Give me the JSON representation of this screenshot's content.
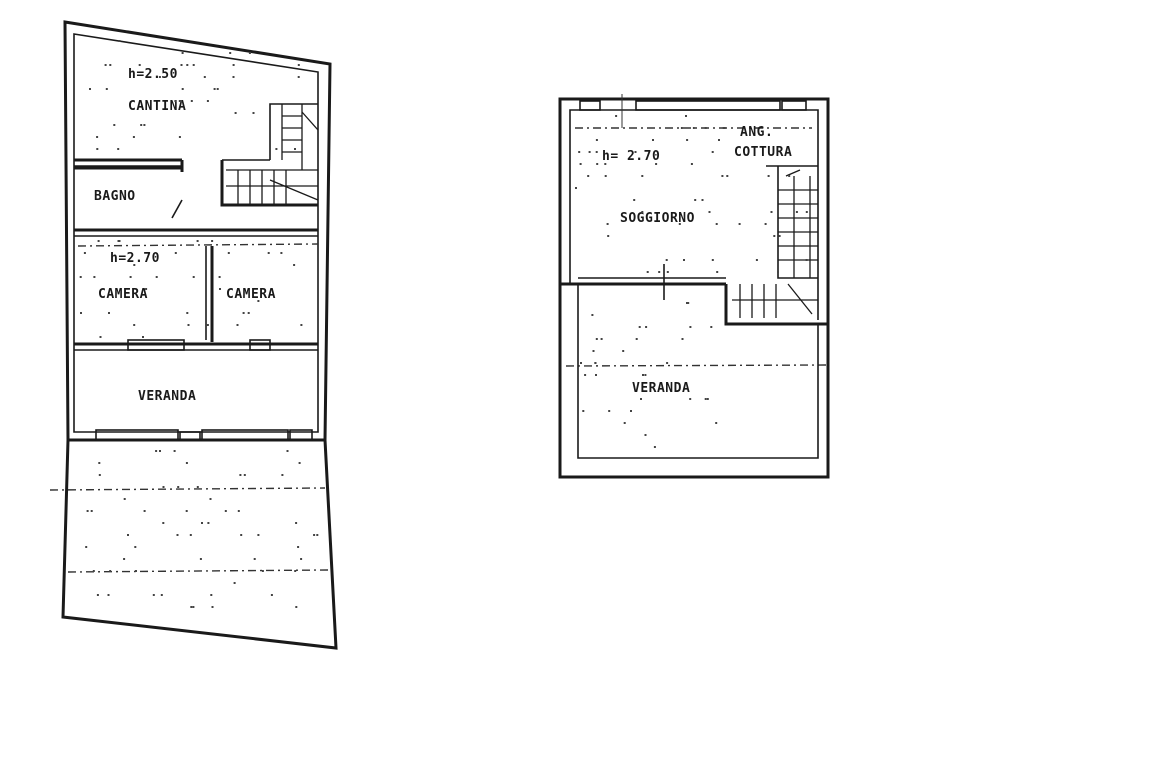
{
  "plans": [
    {
      "id": "ground",
      "rooms": {
        "cantina_height": "h=2.50",
        "cantina": "CANTINA",
        "bagno": "BAGNO",
        "camere_height": "h=2.70",
        "camera_left": "CAMERA",
        "camera_right": "CAMERA",
        "veranda": "VERANDA"
      }
    },
    {
      "id": "upper",
      "rooms": {
        "height": "h= 2.70",
        "ang": "ANG.",
        "cottura": "COTTURA",
        "soggiorno": "SOGGIORNO",
        "veranda": "VERANDA"
      }
    }
  ],
  "colors": {
    "ink": "#1a1a1a",
    "paper": "#ffffff"
  }
}
